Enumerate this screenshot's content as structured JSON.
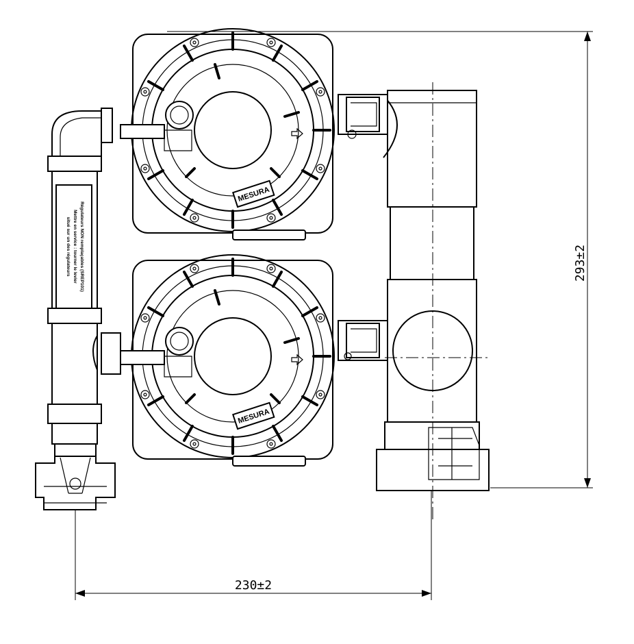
{
  "dimensions": {
    "width_label": "230±2",
    "height_label": "293±2"
  },
  "regulators": [
    {
      "brand": "MESURA"
    },
    {
      "brand": "MESURA"
    }
  ],
  "pipe_label": {
    "line1": "Régulateurs NON remplaçables (SREP101)",
    "line2": "Mettre en service : tourner le levier",
    "line3": "situé sur un des régulateurs"
  }
}
